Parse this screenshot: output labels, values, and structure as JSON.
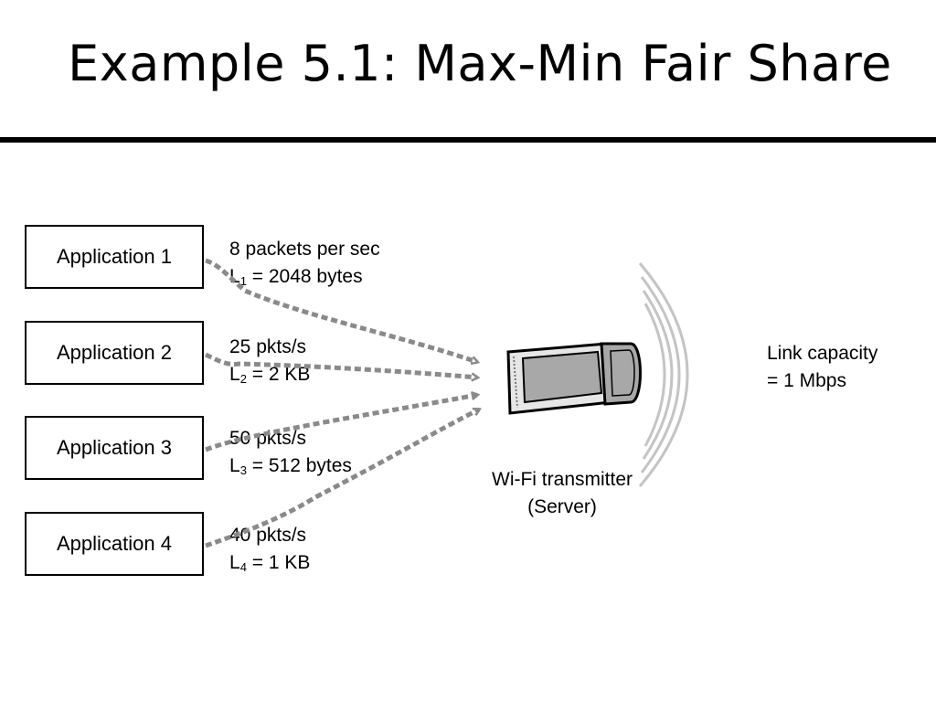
{
  "title": "Example 5.1: Max-Min Fair Share",
  "applications": [
    {
      "name": "Application 1",
      "rate": "8 packets per sec",
      "len_prefix": "L",
      "len_sub": "1",
      "len_value": " = 2048 bytes"
    },
    {
      "name": "Application 2",
      "rate": "25 pkts/s",
      "len_prefix": "L",
      "len_sub": "2",
      "len_value": " = 2 KB"
    },
    {
      "name": "Application 3",
      "rate": "50 pkts/s",
      "len_prefix": "L",
      "len_sub": "3",
      "len_value": " = 512 bytes"
    },
    {
      "name": "Application 4",
      "rate": "40 pkts/s",
      "len_prefix": "L",
      "len_sub": "4",
      "len_value": " = 1 KB"
    }
  ],
  "server": {
    "line1": "Wi-Fi transmitter",
    "line2": "(Server)"
  },
  "link": {
    "line1": "Link capacity",
    "line2": "= 1 Mbps"
  },
  "icons": [
    "wifi-card-icon",
    "radio-waves-icon"
  ],
  "colors": {
    "arrow": "#8a8a8a",
    "card_body": "#e6e6e6",
    "card_inner": "#a8a8a8",
    "waves": "#c4c4c4",
    "text": "#000000"
  }
}
